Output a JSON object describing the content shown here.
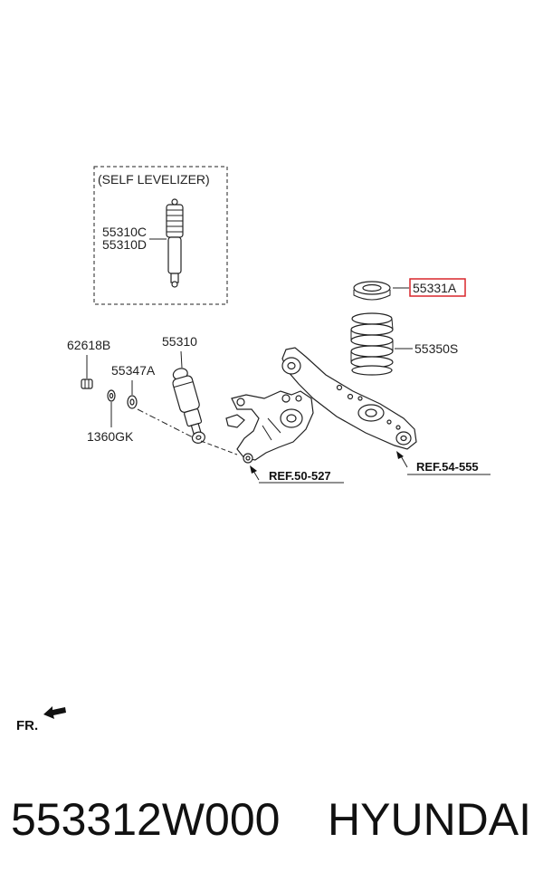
{
  "diagram": {
    "self_levelizer_label": "(SELF LEVELIZER)",
    "labels": {
      "p55310C": "55310C",
      "p55310D": "55310D",
      "p62618B": "62618B",
      "p55310": "55310",
      "p55347A": "55347A",
      "p1360GK": "1360GK",
      "p55331A": "55331A",
      "p55350S": "55350S",
      "ref_50_527": "REF.50-527",
      "ref_54_555": "REF.54-555"
    },
    "fr_label": "FR.",
    "highlight_color": "#d9262b"
  },
  "footer": {
    "part_number": "553312W000",
    "brand": "HYUNDAI"
  }
}
